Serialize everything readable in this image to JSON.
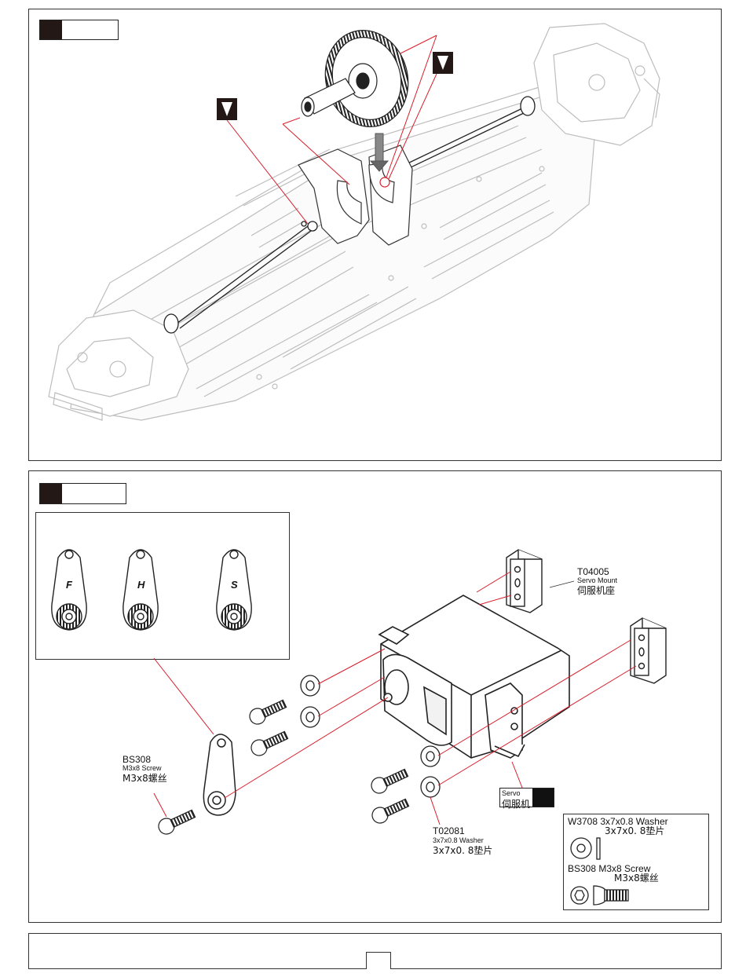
{
  "servo_mount": {
    "code": "T04005",
    "en": "Servo Mount",
    "cn": "伺服机座"
  },
  "screw_left": {
    "code": "BS308",
    "en": "M3x8 Screw",
    "cn": "M3x8螺丝"
  },
  "washer_right": {
    "code": "T02081",
    "en": "3x7x0.8 Washer",
    "cn": "3x7x0. 8垫片"
  },
  "servo_tag": {
    "en": "Servo",
    "cn": "伺服机"
  },
  "horns": [
    {
      "letter": "F"
    },
    {
      "letter": "H"
    },
    {
      "letter": "S"
    }
  ],
  "legend": {
    "washer_en": "W3708 3x7x0.8 Washer",
    "washer_cn": "3x7x0. 8垫片",
    "screw_en": "BS308 M3x8 Screw",
    "screw_cn": "M3x8螺丝"
  }
}
